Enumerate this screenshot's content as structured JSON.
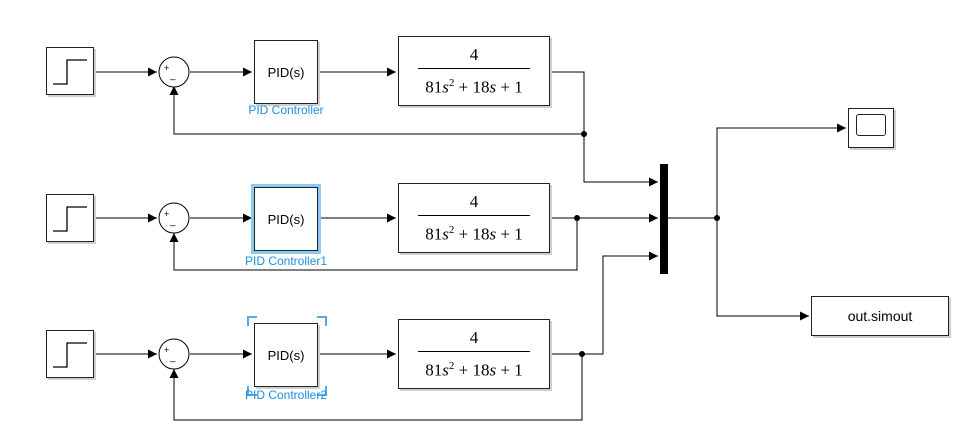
{
  "blocks": {
    "pid_text": "PID(s)",
    "pid_labels": [
      "PID Controller",
      "PID Controller1",
      "PID Controller2"
    ],
    "tf_numerator": "4",
    "tf_den_81": "81",
    "tf_den_s": "s",
    "tf_den_exp": "2",
    "tf_den_rest_a": " + 18",
    "tf_den_rest_b": " + 1",
    "sum_plus": "+",
    "sum_minus": "_",
    "output_label": "out.simout"
  },
  "colors": {
    "line": "#000000",
    "selection": "#8ec9f5",
    "label": "#1e8fe0"
  }
}
